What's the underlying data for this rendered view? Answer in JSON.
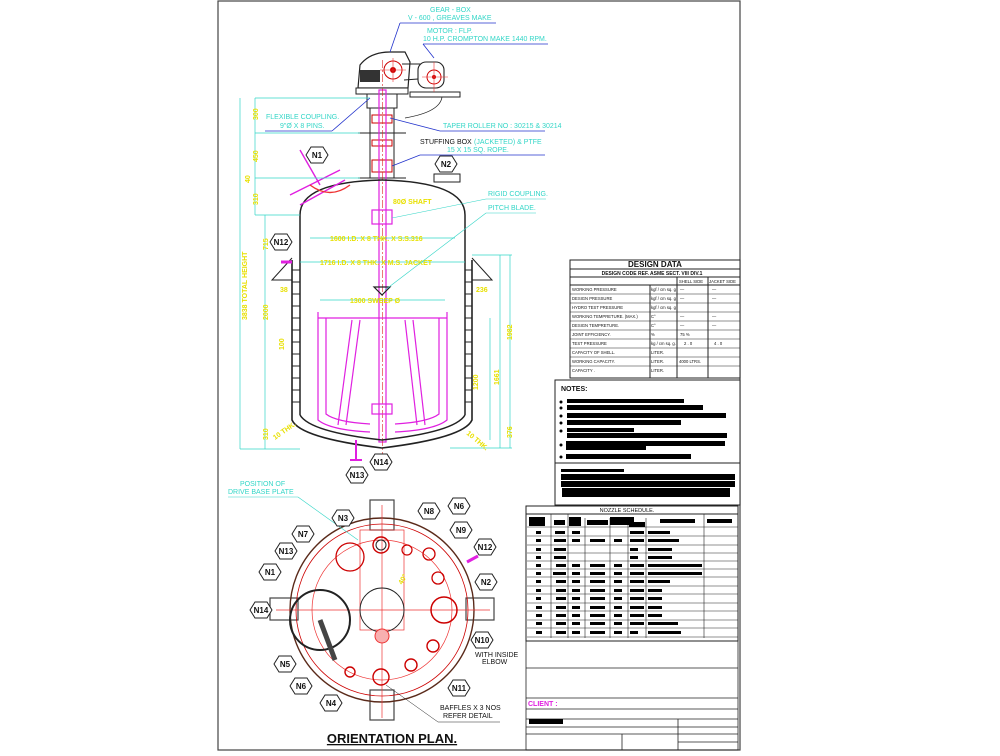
{
  "drawing": {
    "title": "ORIENTATION PLAN.",
    "elevation_callouts": {
      "gearbox_line1": "GEAR - BOX",
      "gearbox_line2": "V - 600 , GREAVES MAKE",
      "motor_line1": "MOTOR : FLP.",
      "motor_line2": "10 H.P. CROMPTON MAKE 1440 RPM.",
      "coupling_line1": "FLEXIBLE COUPLING.",
      "coupling_line2": "9\"Ø X 8 PINS.",
      "taper_roller": "TAPER ROLLER NO : 30215 & 30214",
      "stuffing_box_a": "STUFFING BOX",
      "stuffing_box_b": "(JACKETED) & PTFE",
      "stuffing_box_c": "15 X 15 SQ. ROPE.",
      "rigid_coupling": "RIGID COUPLING.",
      "pitch_blade": "PITCH BLADE.",
      "shaft": "80Ø SHAFT",
      "shell_dim": "1600 I.D. X 8 THK. X S.S.316",
      "jacket_dim": "1716 I.D. X 8 THK. X M.S. JACKET",
      "sweep": "1300 SWEEP Ø",
      "total_height": "3838 TOTAL HEIGHT",
      "dim_300": "300",
      "dim_450": "450",
      "dim_40": "40",
      "dim_310_top": "310",
      "dim_715": "715",
      "dim_38": "38",
      "dim_2000": "2000",
      "dim_100": "100",
      "dim_310_bot": "310",
      "dim_10thk_l": "10 THK.",
      "dim_10thk_r": "10 THK.",
      "dim_236": "236",
      "dim_1200": "1200",
      "dim_1661": "1661",
      "dim_1982": "1982",
      "dim_376": "376"
    },
    "nozzles_elevation": [
      "N1",
      "N2",
      "N12",
      "N13",
      "N14"
    ],
    "plan_callouts": {
      "drive_base_1": "POSITION OF",
      "drive_base_2": "DRIVE BASE PLATE",
      "n10_note_1": "WITH INSIDE",
      "n10_note_2": "ELBOW",
      "baffles_1": "BAFFLES X 3 NOS",
      "baffles_2": "REFER DETAIL"
    },
    "nozzles_plan": [
      "N1",
      "N2",
      "N3",
      "N4",
      "N5",
      "N6",
      "N6",
      "N7",
      "N8",
      "N9",
      "N10",
      "N11",
      "N12",
      "N13",
      "N14"
    ]
  },
  "design_data": {
    "title": "DESIGN DATA",
    "code": "DESIGN CODE REF. ASME SECT. VIII DIV.1",
    "col_shell": "SHELL SIDE",
    "col_jacket": "JACKET SIDE",
    "rows": [
      {
        "label": "WORKING PRESSURE",
        "unit": "kgf / cm sq. g",
        "shell": "—",
        "jacket": "—"
      },
      {
        "label": "DESIGN PRESSURE",
        "unit": "kgf / cm sq. g",
        "shell": "—",
        "jacket": "—"
      },
      {
        "label": "HYDRO TEST PRESSURE",
        "unit": "kgf / cm sq. g",
        "shell": "",
        "jacket": ""
      },
      {
        "label": "WORKING TEMPRETURE. (MAX.)",
        "unit": "C°",
        "shell": "—",
        "jacket": "—"
      },
      {
        "label": "DESIGN TEMPRETURE.",
        "unit": "C°",
        "shell": "—",
        "jacket": "—"
      },
      {
        "label": "JOINT EFFICIENCY.",
        "unit": "%",
        "shell": "75 %",
        "jacket": ""
      },
      {
        "label": "TEST PRESSURE",
        "unit": "kg / cm sq. g.",
        "shell": "2 . 0",
        "jacket": "4 . 0"
      },
      {
        "label": "CAPACITY OF SHELL.",
        "unit": "LITER.",
        "shell": "",
        "jacket": ""
      },
      {
        "label": "WORKING CAPACITY.",
        "unit": "LITER.",
        "shell": "4000 LTRS.",
        "jacket": ""
      },
      {
        "label": "CAPACITY .",
        "unit": "LITER.",
        "shell": "",
        "jacket": ""
      }
    ]
  },
  "notes": {
    "title": "NOTES:"
  },
  "nozzle_schedule": {
    "title": "NOZZLE SCHEDULE.",
    "row_count": 14
  },
  "title_block": {
    "client_label": "CLIENT :"
  }
}
